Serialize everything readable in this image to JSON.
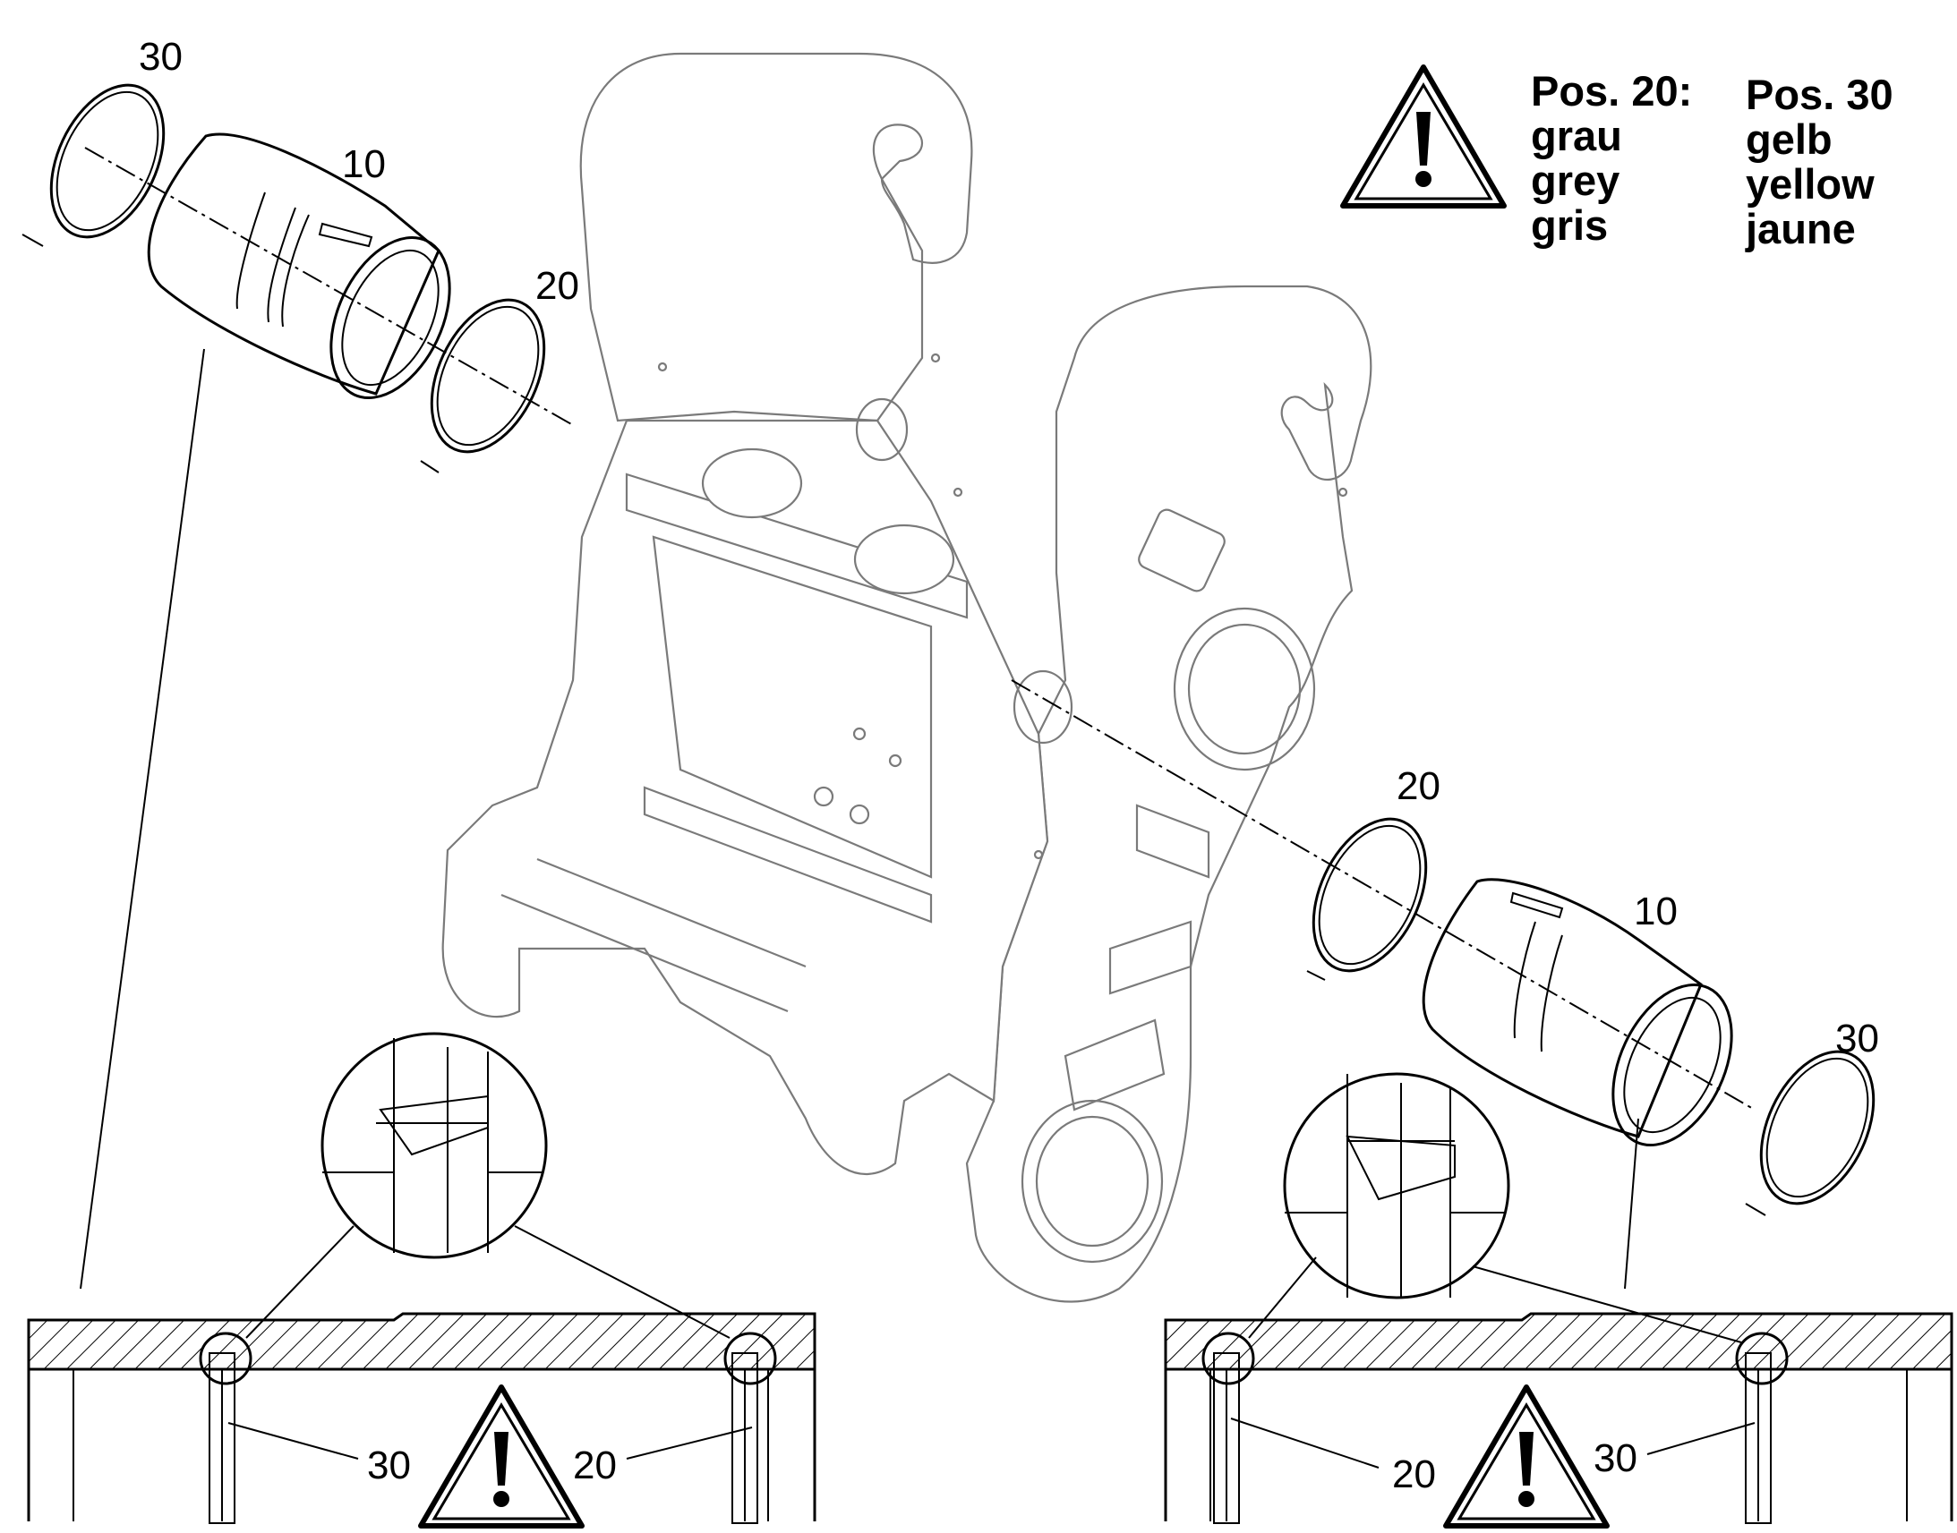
{
  "warning_note": {
    "pos20_title": "Pos. 20:",
    "pos20_lines": [
      "grau",
      "grey",
      "gris"
    ],
    "pos30_title": "Pos. 30",
    "pos30_lines": [
      "gelb",
      "yellow",
      "jaune"
    ]
  },
  "part_labels": {
    "ring_30_top_left": "30",
    "bushing_10_left": "10",
    "ring_20_left": "20",
    "ring_20_right": "20",
    "bushing_10_right": "10",
    "ring_30_right": "30"
  },
  "section_labels": {
    "left_callout_a": "30",
    "left_callout_b": "20",
    "right_callout_a": "20",
    "right_callout_b": "30"
  },
  "colors": {
    "line": "#000000",
    "background_part": "#7a7a7a"
  },
  "icons": [
    "warning-icon",
    "warning-icon",
    "warning-icon"
  ]
}
